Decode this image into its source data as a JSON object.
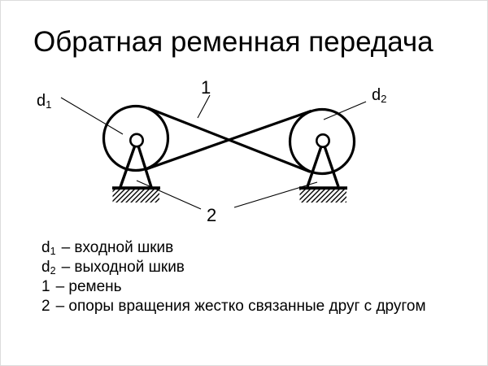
{
  "title": "Обратная ременная передача",
  "colors": {
    "ink": "#000000",
    "background": "#ffffff",
    "page_border": "#dcdcdc"
  },
  "diagram": {
    "labels": {
      "d1": {
        "base": "d",
        "sub": "1"
      },
      "d2": {
        "base": "d",
        "sub": "2"
      },
      "belt": "1",
      "supports": "2"
    }
  },
  "legend": {
    "items": [
      {
        "sym": "d",
        "sub": "1",
        "desc": "– входной шкив"
      },
      {
        "sym": "d",
        "sub": "2",
        "desc": "– выходной шкив"
      },
      {
        "sym": "1",
        "sub": "",
        "desc": "– ремень"
      },
      {
        "sym": "2",
        "sub": "",
        "desc": "– опоры вращения жестко связанные друг с другом"
      }
    ]
  }
}
